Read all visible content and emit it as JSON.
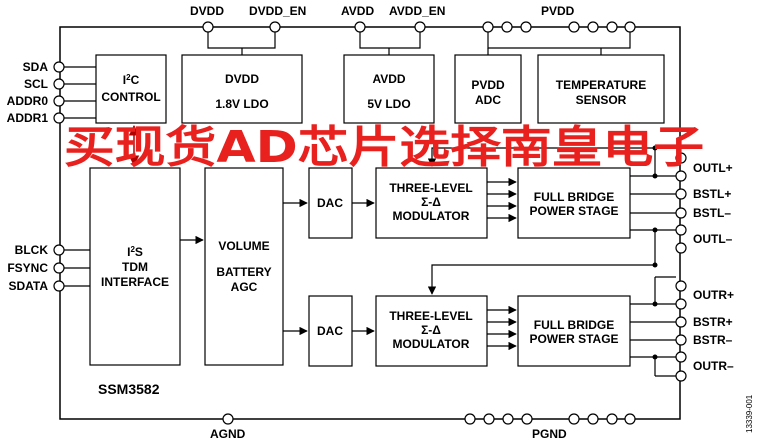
{
  "chip_name": "SSM3582",
  "figure_id": "13339-001",
  "watermark": "买现货AD芯片选择南皇电子",
  "pins": {
    "top": [
      "DVDD",
      "DVDD_EN",
      "AVDD",
      "AVDD_EN",
      "PVDD"
    ],
    "left": [
      "SDA",
      "SCL",
      "ADDR0",
      "ADDR1",
      "BLCK",
      "FSYNC",
      "SDATA"
    ],
    "right": [
      "OUTL+",
      "BSTL+",
      "BSTL–",
      "OUTL–",
      "OUTR+",
      "BSTR+",
      "BSTR–",
      "OUTR–"
    ],
    "bottom": [
      "AGND",
      "PGND"
    ]
  },
  "blocks": {
    "i2c_line1": "I2C",
    "i2c_line2": "CONTROL",
    "dvdd_line1": "DVDD",
    "dvdd_line2": "1.8V LDO",
    "avdd_line1": "AVDD",
    "avdd_line2": "5V LDO",
    "pvdd_adc_line1": "PVDD",
    "pvdd_adc_line2": "ADC",
    "temp_line1": "TEMPERATURE",
    "temp_line2": "SENSOR",
    "i2s_line1": "I2S",
    "i2s_line2": "TDM",
    "i2s_line3": "INTERFACE",
    "vol_line1": "VOLUME",
    "vol_line2": "BATTERY",
    "vol_line3": "AGC",
    "dac": "DAC",
    "mod_line1": "THREE-LEVEL",
    "mod_line2": "Σ-Δ",
    "mod_line3": "MODULATOR",
    "bridge_line1": "FULL BRIDGE",
    "bridge_line2": "POWER STAGE"
  }
}
